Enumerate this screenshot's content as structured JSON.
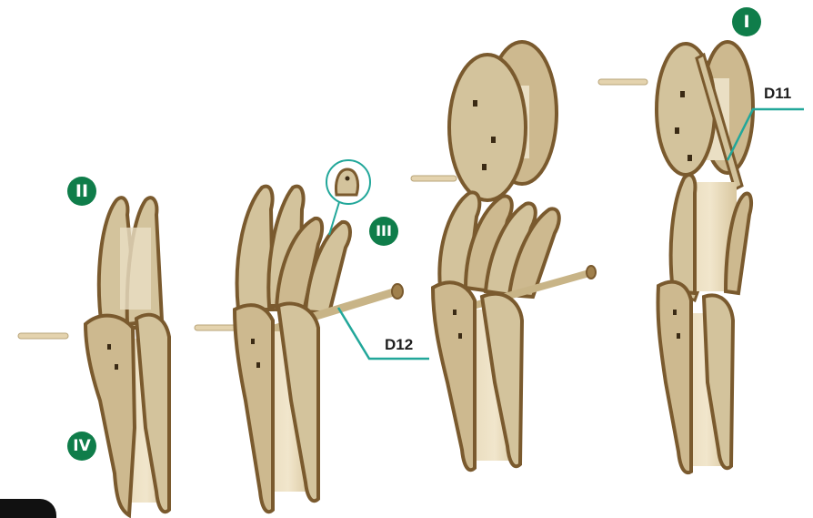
{
  "step_badges": {
    "one": "I",
    "two": "II",
    "three": "III",
    "four": "IV"
  },
  "callouts": {
    "d11": "D11",
    "d12": "D12"
  },
  "colors": {
    "badge": "#0f7d4a",
    "leader_line": "#22a79a",
    "plywood_face": "#d3c39c",
    "plywood_edge": "#7a5a2e",
    "dowel": "#e4d3ae"
  }
}
